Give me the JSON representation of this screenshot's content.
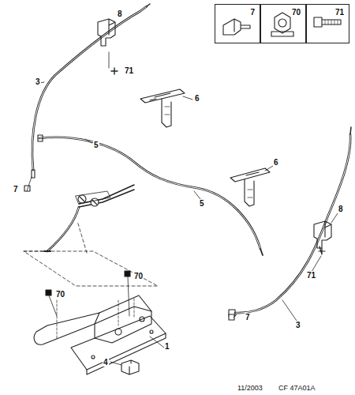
{
  "diagram": {
    "nodes": [
      {
        "text": [
          "7"
        ]
      },
      {
        "text": [
          "70"
        ]
      },
      {
        "text": [
          "71"
        ]
      }
    ],
    "labels": [
      "8",
      "71",
      "3",
      "6",
      "5",
      "7",
      "5",
      "6",
      "8",
      "71",
      "7",
      "3",
      "70",
      "70",
      "1",
      "4",
      "11/2003",
      "CF 47A01A"
    ]
  }
}
